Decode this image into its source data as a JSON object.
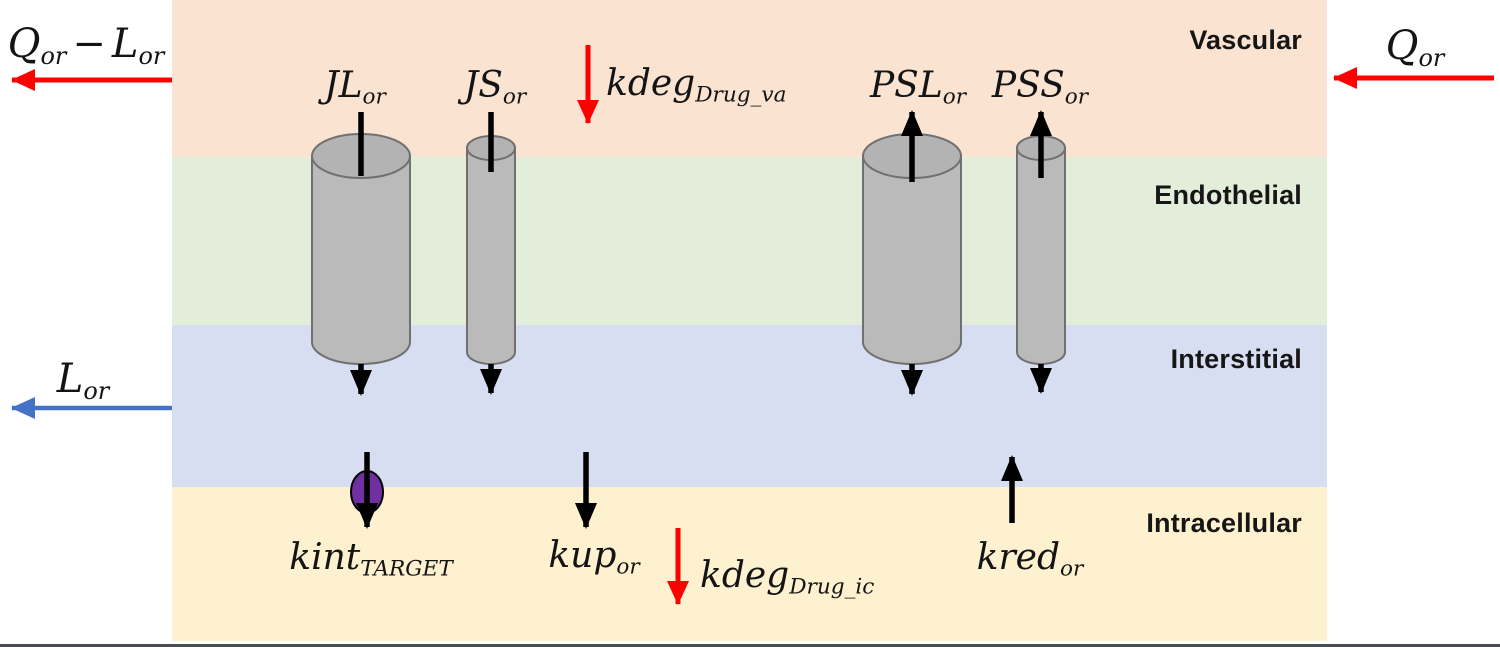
{
  "layers": [
    {
      "id": "vascular",
      "label": "Vascular",
      "color": "#fae3d1"
    },
    {
      "id": "endothelial",
      "label": "Endothelial",
      "color": "#e3eeda"
    },
    {
      "id": "interstitial",
      "label": "Interstitial",
      "color": "#d8def1"
    },
    {
      "id": "intracellular",
      "label": "Intracellular",
      "color": "#fdf1cf"
    }
  ],
  "flows": {
    "blood_out": {
      "main1": "Q",
      "sub1": "or",
      "op": "−",
      "main2": "L",
      "sub2": "or"
    },
    "blood_in": {
      "main": "Q",
      "sub": "or"
    },
    "lymph_out": {
      "main": "L",
      "sub": "or"
    },
    "jl": {
      "main": "JL",
      "sub": "or"
    },
    "js": {
      "main": "JS",
      "sub": "or"
    },
    "kdeg_va": {
      "main": "kdeg",
      "sub": "Drug_va"
    },
    "psl": {
      "main": "PSL",
      "sub": "or"
    },
    "pss": {
      "main": "PSS",
      "sub": "or"
    },
    "kint": {
      "main": "kint",
      "sub": "TARGET"
    },
    "kup": {
      "main": "kup",
      "sub": "or"
    },
    "kdeg_ic": {
      "main": "kdeg",
      "sub": "Drug_ic"
    },
    "kred": {
      "main": "kred",
      "sub": "or"
    }
  },
  "colors": {
    "flow_red": "#ff0000",
    "lymph_blue": "#4472c4",
    "target_purple": "#7030a0",
    "cylinder_gray": "#bababa",
    "cylinder_outline": "#707070",
    "arrow_black": "#000000",
    "bottom_bar": "#4b4b52"
  }
}
